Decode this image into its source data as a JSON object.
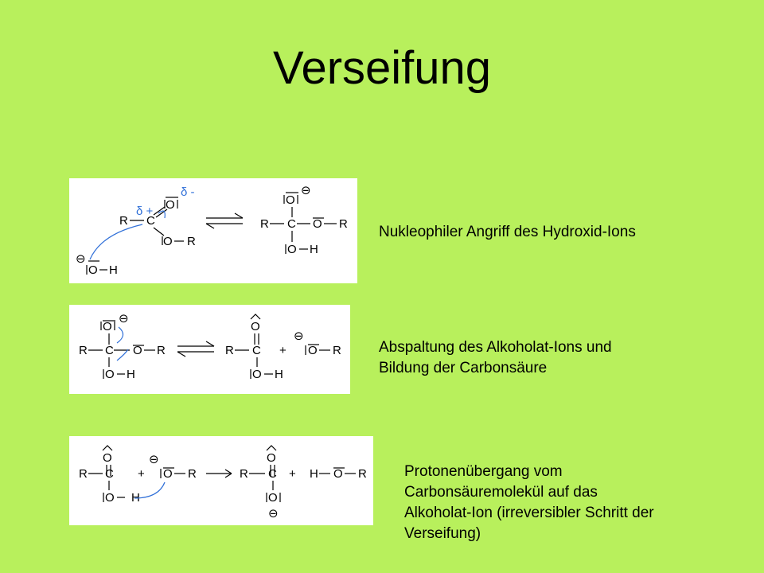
{
  "slide": {
    "title": "Verseifung"
  },
  "steps": [
    {
      "caption": "Nukleophiler Angriff des Hydroxid-Ions",
      "labels": {
        "delta_minus": "δ -",
        "delta_plus": "δ +",
        "R": "R",
        "C": "C",
        "O": "O",
        "H": "H",
        "minus": "⊖",
        "plus": "+"
      }
    },
    {
      "caption_line1": "Abspaltung des Alkoholat-Ions und",
      "caption_line2": "Bildung der Carbonsäure"
    },
    {
      "caption_line1": "Protonenübergang vom",
      "caption_line2": "Carbonsäuremolekül  auf das",
      "caption_line3": "Alkoholat-Ion (irreversibler Schritt der",
      "caption_line4": "Verseifung)"
    }
  ]
}
